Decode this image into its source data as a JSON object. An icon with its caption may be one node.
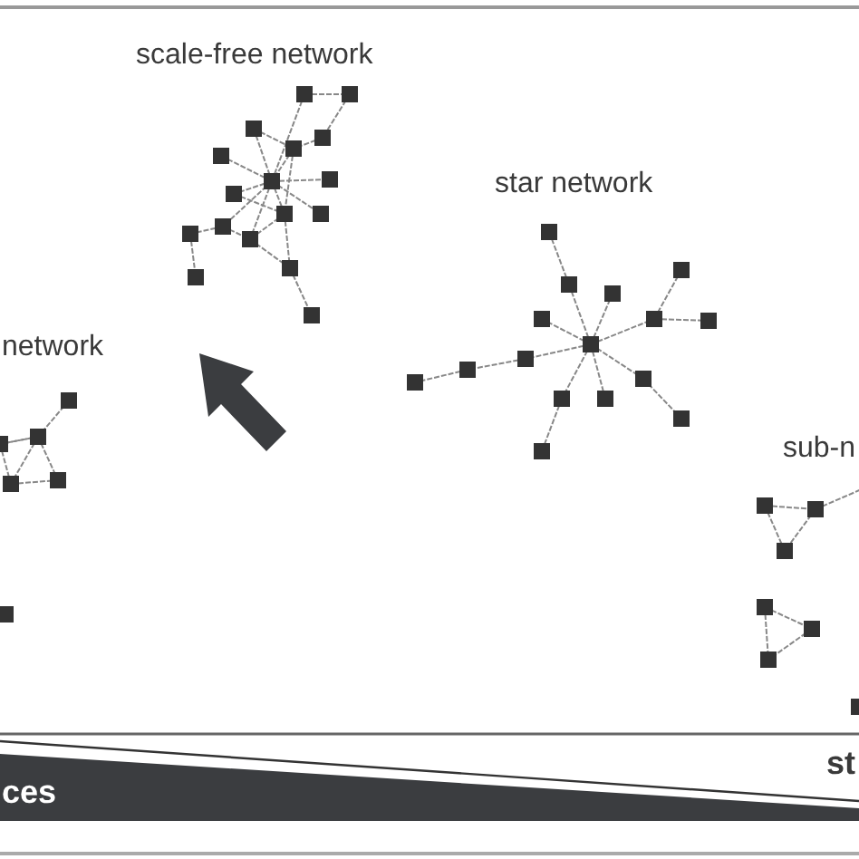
{
  "diagram": {
    "labels": [
      "scale-free network",
      "star network",
      "network",
      "sub-n",
      "st",
      "ces"
    ]
  }
}
